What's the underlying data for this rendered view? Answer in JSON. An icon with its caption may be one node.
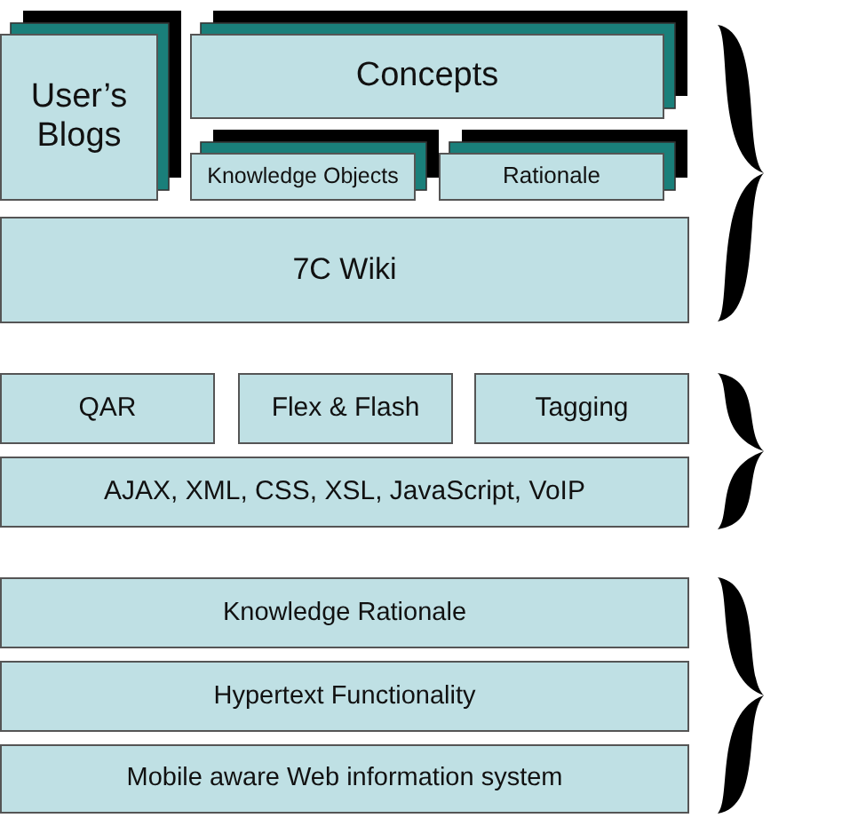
{
  "diagram": {
    "nodes": [
      {
        "text": [
          "User’s Blogs"
        ]
      },
      {
        "text": [
          "Concepts"
        ]
      },
      {
        "text": [
          "Knowledge Objects"
        ]
      },
      {
        "text": [
          "Rationale"
        ]
      },
      {
        "text": [
          "7C Wiki"
        ]
      },
      {
        "text": [
          "QAR"
        ]
      },
      {
        "text": [
          "Flex & Flash"
        ]
      },
      {
        "text": [
          "Tagging"
        ]
      },
      {
        "text": [
          "AJAX, XML, CSS, XSL, JavaScript, VoIP"
        ]
      },
      {
        "text": [
          "Knowledge Rationale"
        ]
      },
      {
        "text": [
          "Hypertext Functionality"
        ]
      },
      {
        "text": [
          "Mobile aware Web information system"
        ]
      },
      {
        "text": [],
        "shape": "brace"
      },
      {
        "text": [],
        "shape": "brace"
      },
      {
        "text": [],
        "shape": "brace"
      }
    ]
  }
}
